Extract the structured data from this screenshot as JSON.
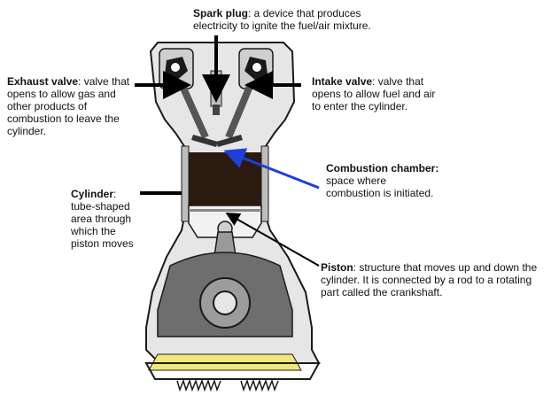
{
  "labels": {
    "spark_plug": {
      "term": "Spark plug",
      "desc": ": a device that produces electricity to ignite the fuel/air mixture."
    },
    "exhaust_valve": {
      "term": "Exhaust valve",
      "desc": ": valve that opens to allow gas and other products of combustion to leave the cylinder."
    },
    "intake_valve": {
      "term": "Intake valve",
      "desc": ": valve that opens to allow fuel and air to enter the cylinder."
    },
    "combustion_chamber": {
      "term": "Combustion chamber:",
      "desc": " space where combustion is initiated."
    },
    "cylinder": {
      "term": "Cylinder",
      "desc": ": tube-shaped area through which the piston moves"
    },
    "piston": {
      "term": "Piston",
      "desc": ": structure that moves up and down the cylinder.  It is connected by a rod to a rotating part called the crankshaft."
    }
  },
  "colors": {
    "block_fill": "#e6e6e6",
    "block_stroke": "#1a1a1a",
    "chamber_fill": "#2a1a0f",
    "oil_fill": "#f0e87a",
    "pointer": "#000000",
    "pointer_highlight": "#1f3fd6"
  }
}
